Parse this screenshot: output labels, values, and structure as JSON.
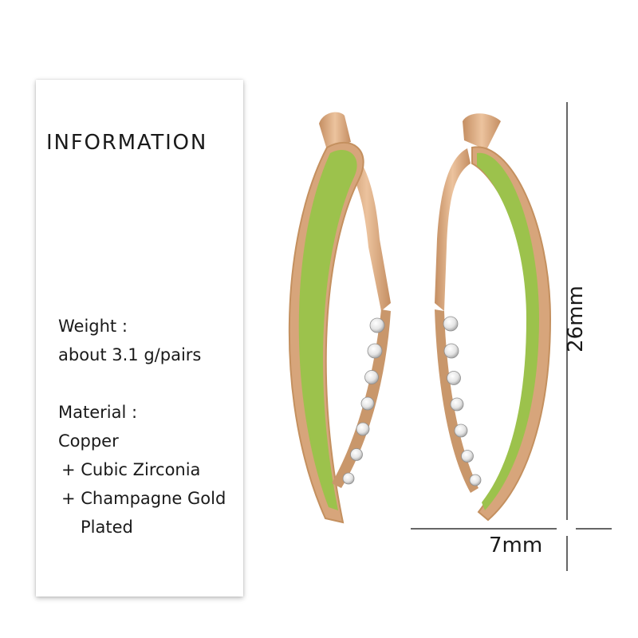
{
  "info": {
    "title": "INFORMATION",
    "weight_label": "Weight  :",
    "weight_value": "about  3.1  g/pairs",
    "material_label": "Material :",
    "material_lines": [
      "Copper",
      "+ Cubic Zirconia",
      "+ Champagne Gold",
      "Plated"
    ]
  },
  "dimensions": {
    "height": "26mm",
    "width": "7mm"
  },
  "colors": {
    "enamel": "#9cc24c",
    "gold": "#d7a57b",
    "text": "#1a1a1a"
  }
}
